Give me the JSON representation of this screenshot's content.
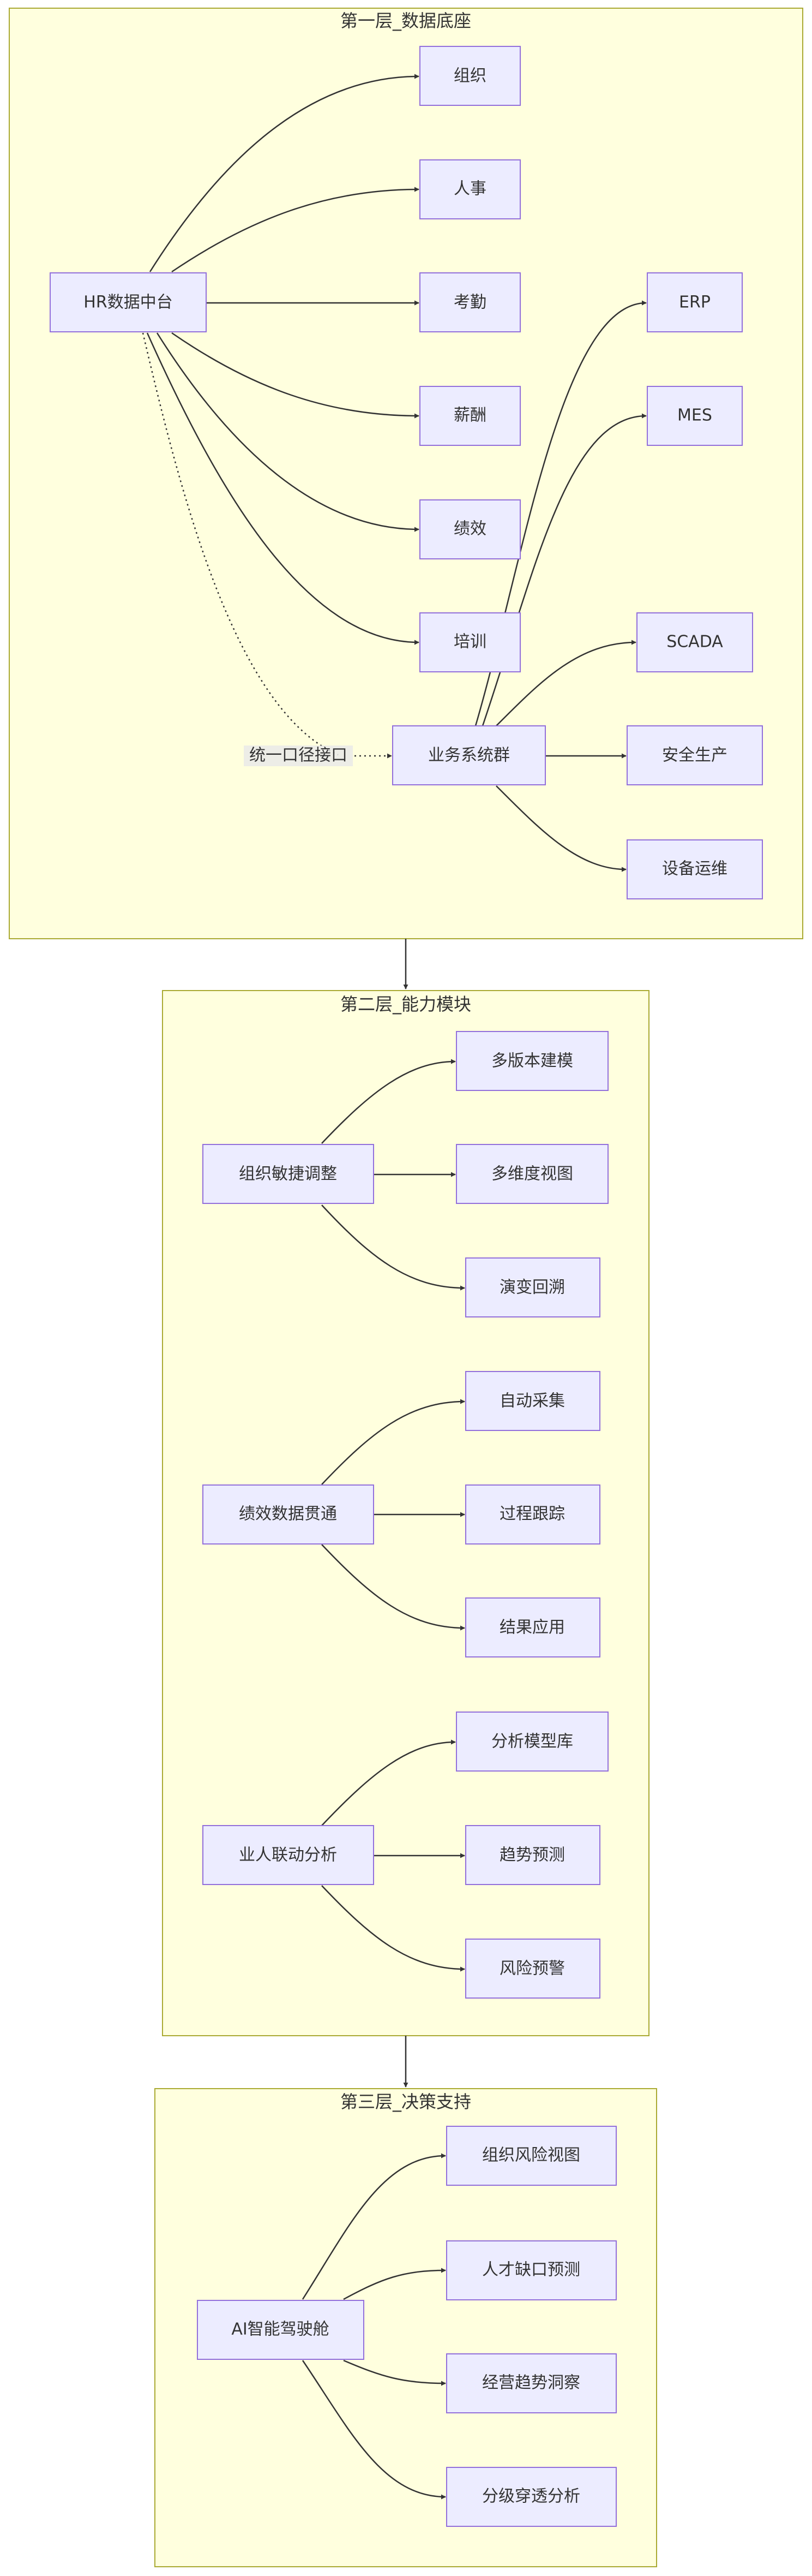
{
  "layers": {
    "layer1": {
      "title": "第一层_数据底座",
      "hr": "HR数据中台",
      "hr_children": [
        "组织",
        "人事",
        "考勤",
        "薪酬",
        "绩效",
        "培训"
      ],
      "biz": "业务系统群",
      "biz_children": [
        "ERP",
        "MES",
        "SCADA",
        "安全生产",
        "设备运维"
      ],
      "link_label": "统一口径接口"
    },
    "layer2": {
      "title": "第二层_能力模块",
      "groups": [
        {
          "name": "组织敏捷调整",
          "children": [
            "多版本建模",
            "多维度视图",
            "演变回溯"
          ]
        },
        {
          "name": "绩效数据贯通",
          "children": [
            "自动采集",
            "过程跟踪",
            "结果应用"
          ]
        },
        {
          "name": "业人联动分析",
          "children": [
            "分析模型库",
            "趋势预测",
            "风险预警"
          ]
        }
      ]
    },
    "layer3": {
      "title": "第三层_决策支持",
      "root": "AI智能驾驶舱",
      "children": [
        "组织风险视图",
        "人才缺口预测",
        "经营趋势洞察",
        "分级穿透分析"
      ]
    }
  },
  "colors": {
    "cluster_fill": "#ffffde",
    "cluster_stroke": "#aaaa33",
    "node_fill": "#ececff",
    "node_stroke": "#9370db",
    "edge": "#333333"
  }
}
